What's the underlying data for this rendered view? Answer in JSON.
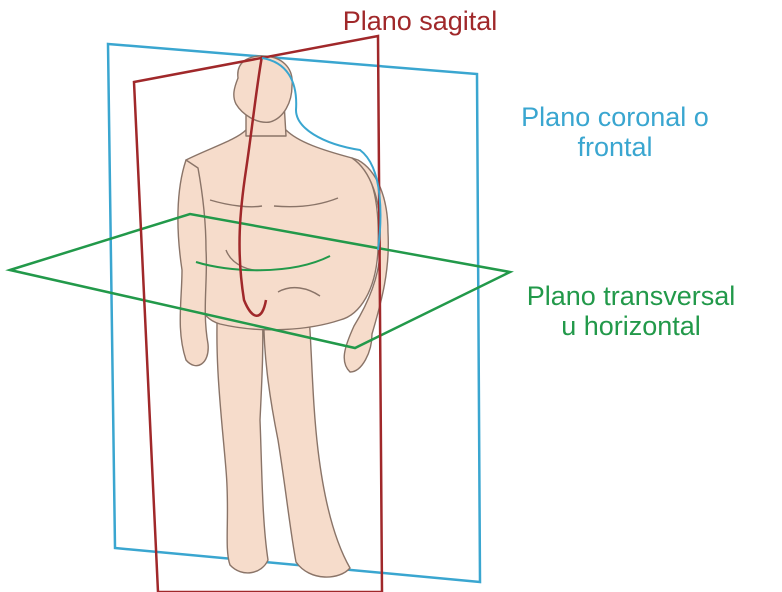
{
  "labels": {
    "sagital": "Plano sagital",
    "coronal_line1": "Plano coronal o",
    "coronal_line2": "frontal",
    "transversal_line1": "Plano transversal",
    "transversal_line2": "u horizontal"
  },
  "colors": {
    "sagital": "#a0282a",
    "coronal": "#3aa6d0",
    "transversal": "#22994a",
    "skin": "#f6dccb",
    "outline": "#8a7468",
    "background": "#ffffff"
  }
}
